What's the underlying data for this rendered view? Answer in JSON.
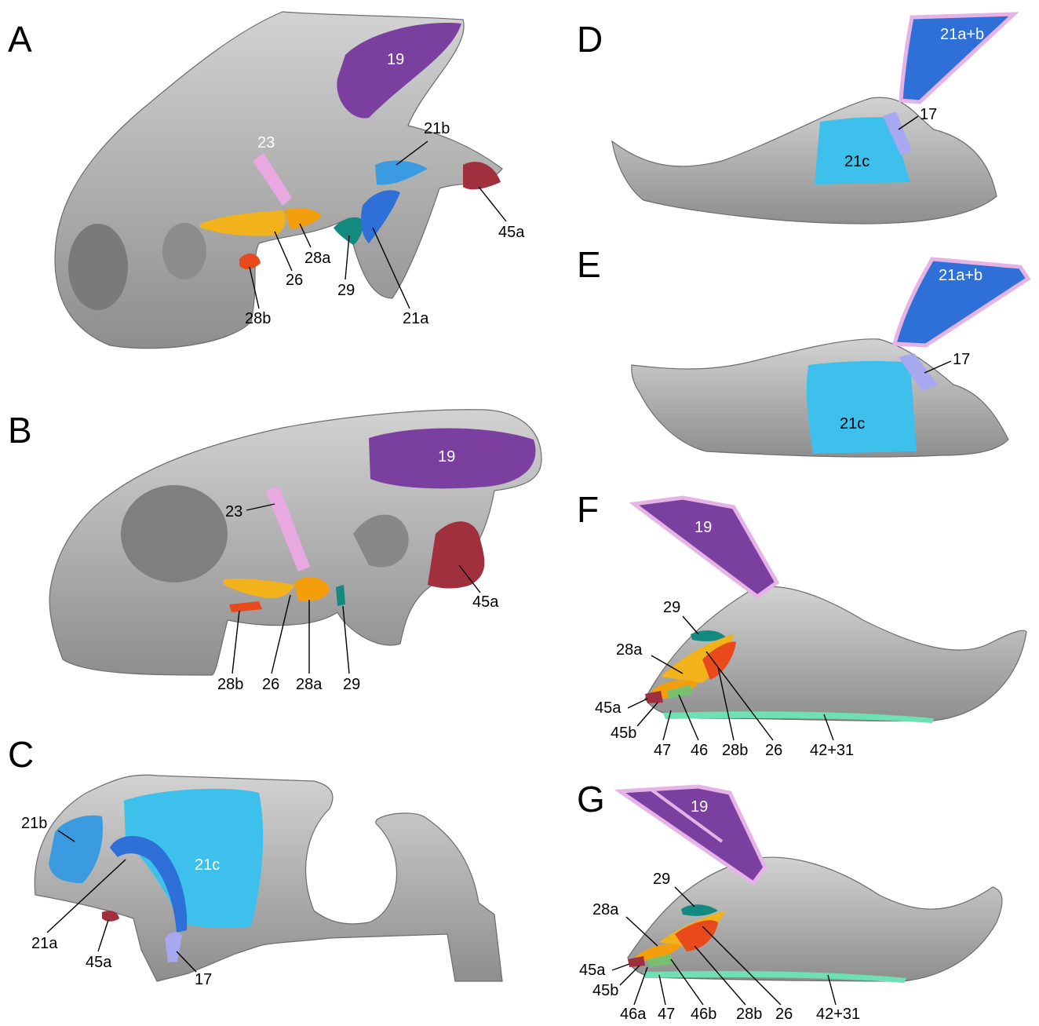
{
  "panels": {
    "A": {
      "letter": "A",
      "labels": {
        "m19": "19",
        "m23": "23",
        "m21b": "21b",
        "m45a": "45a",
        "m26": "26",
        "m28a": "28a",
        "m28b": "28b",
        "m29": "29",
        "m21a": "21a"
      }
    },
    "B": {
      "letter": "B",
      "labels": {
        "m19": "19",
        "m23": "23",
        "m45a": "45a",
        "m28b": "28b",
        "m26": "26",
        "m28a": "28a",
        "m29": "29"
      }
    },
    "C": {
      "letter": "C",
      "labels": {
        "m21b": "21b",
        "m21c": "21c",
        "m21a": "21a",
        "m45a": "45a",
        "m17": "17"
      }
    },
    "D": {
      "letter": "D",
      "labels": {
        "m21ab": "21a+b",
        "m17": "17",
        "m21c": "21c"
      }
    },
    "E": {
      "letter": "E",
      "labels": {
        "m21ab": "21a+b",
        "m17": "17",
        "m21c": "21c"
      }
    },
    "F": {
      "letter": "F",
      "labels": {
        "m19": "19",
        "m29": "29",
        "m28a": "28a",
        "m45a": "45a",
        "m45b": "45b",
        "m47": "47",
        "m46": "46",
        "m28b": "28b",
        "m26": "26",
        "m4231": "42+31"
      }
    },
    "G": {
      "letter": "G",
      "labels": {
        "m19": "19",
        "m29": "29",
        "m28a": "28a",
        "m45a": "45a",
        "m45b": "45b",
        "m46a": "46a",
        "m47": "47",
        "m46b": "46b",
        "m28b": "28b",
        "m26": "26",
        "m4231": "42+31"
      }
    }
  },
  "colors": {
    "m19": "#7b3fa0",
    "m23": "#e8a8e0",
    "m21a": "#2f6fd8",
    "m21b": "#3a9be0",
    "m21c": "#3ec0ec",
    "m17": "#a8a8f0",
    "m45a": "#a0303e",
    "m45b": "#c03060",
    "m26": "#f2b21c",
    "m28a": "#f59e0b",
    "m28b": "#e84a1c",
    "m29": "#138a80",
    "m46": "#78c070",
    "m47": "#58b07a",
    "m4231": "#6ee0b4",
    "tendon_outline": "#e6b3e6",
    "bone": "#b8b8b8"
  }
}
